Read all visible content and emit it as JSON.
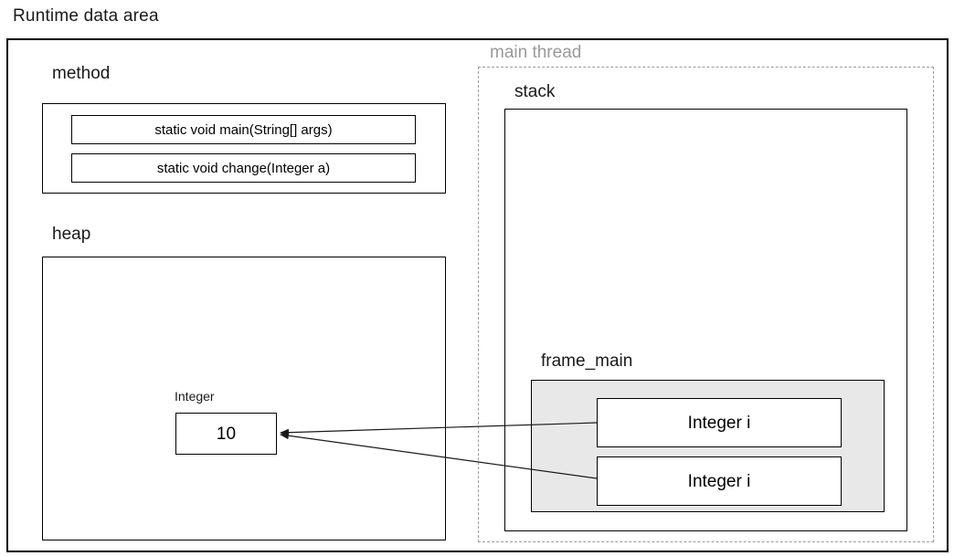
{
  "diagram": {
    "title": "Runtime data area",
    "background": "#ffffff",
    "border_color": "#000000",
    "dashed_border_color": "#9b9b9b",
    "frame_fill": "#e8e8e8",
    "muted_text_color": "#9a9a9a"
  },
  "method_area": {
    "label": "method",
    "methods": [
      {
        "signature": "static void main(String[] args)"
      },
      {
        "signature": "static void change(Integer a)"
      }
    ]
  },
  "heap_area": {
    "label": "heap",
    "objects": [
      {
        "type_label": "Integer",
        "value": "10"
      }
    ]
  },
  "thread_area": {
    "label": "main thread",
    "stack": {
      "label": "stack",
      "frames": [
        {
          "label": "frame_main",
          "slots": [
            {
              "text": "Integer i"
            },
            {
              "text": "Integer i"
            }
          ]
        }
      ]
    }
  },
  "references": [
    {
      "from": "frame_main.slot.0",
      "to": "heap.Integer.10"
    },
    {
      "from": "frame_main.slot.1",
      "to": "heap.Integer.10"
    }
  ]
}
